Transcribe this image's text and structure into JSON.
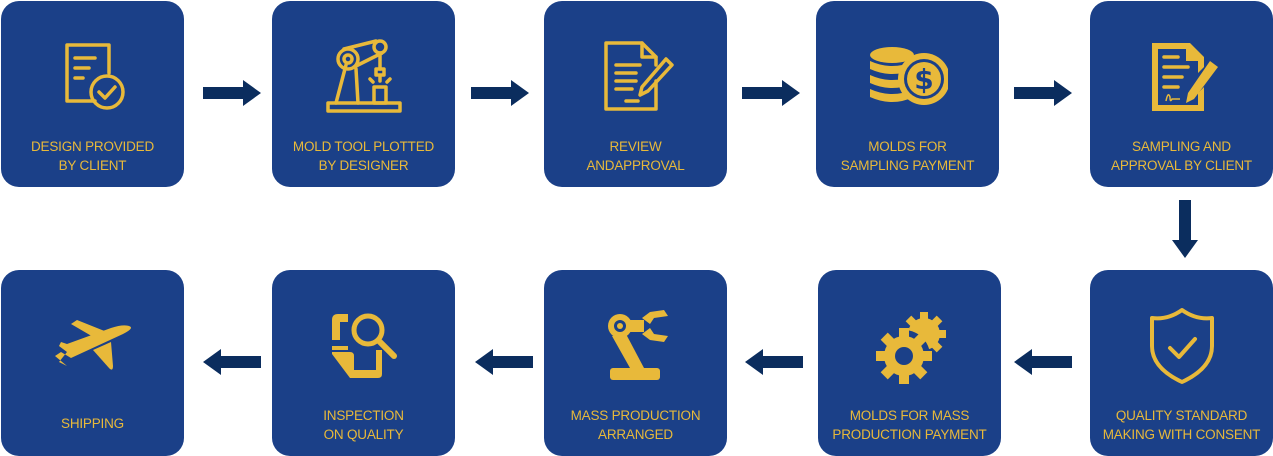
{
  "colors": {
    "card_bg": "#1b4088",
    "accent": "#e8b93a",
    "arrow": "#0b2d5e",
    "background": "#ffffff"
  },
  "steps": [
    {
      "id": 1,
      "line1": "DESIGN PROVIDED",
      "line2": "BY CLIENT",
      "icon": "document-check-icon"
    },
    {
      "id": 2,
      "line1": "MOLD TOOL PLOTTED",
      "line2": "BY DESIGNER",
      "icon": "robotic-arm-icon"
    },
    {
      "id": 3,
      "line1": "REVIEW",
      "line2": "ANDAPPROVAL",
      "icon": "document-edit-icon"
    },
    {
      "id": 4,
      "line1": "MOLDS FOR",
      "line2": "SAMPLING PAYMENT",
      "icon": "coins-dollar-icon"
    },
    {
      "id": 5,
      "line1": "SAMPLING AND",
      "line2": "APPROVAL BY CLIENT",
      "icon": "contract-sign-icon"
    },
    {
      "id": 6,
      "line1": "QUALITY STANDARD",
      "line2": "MAKING WITH CONSENT",
      "icon": "shield-check-icon"
    },
    {
      "id": 7,
      "line1": "MOLDS FOR MASS",
      "line2": "PRODUCTION PAYMENT",
      "icon": "gears-icon"
    },
    {
      "id": 8,
      "line1": "MASS PRODUCTION",
      "line2": "ARRANGED",
      "icon": "robot-arm-gripper-icon"
    },
    {
      "id": 9,
      "line1": "INSPECTION",
      "line2": "ON QUALITY",
      "icon": "inspection-magnifier-icon"
    },
    {
      "id": 10,
      "line1": "SHIPPING",
      "line2": "",
      "icon": "airplane-icon"
    }
  ]
}
